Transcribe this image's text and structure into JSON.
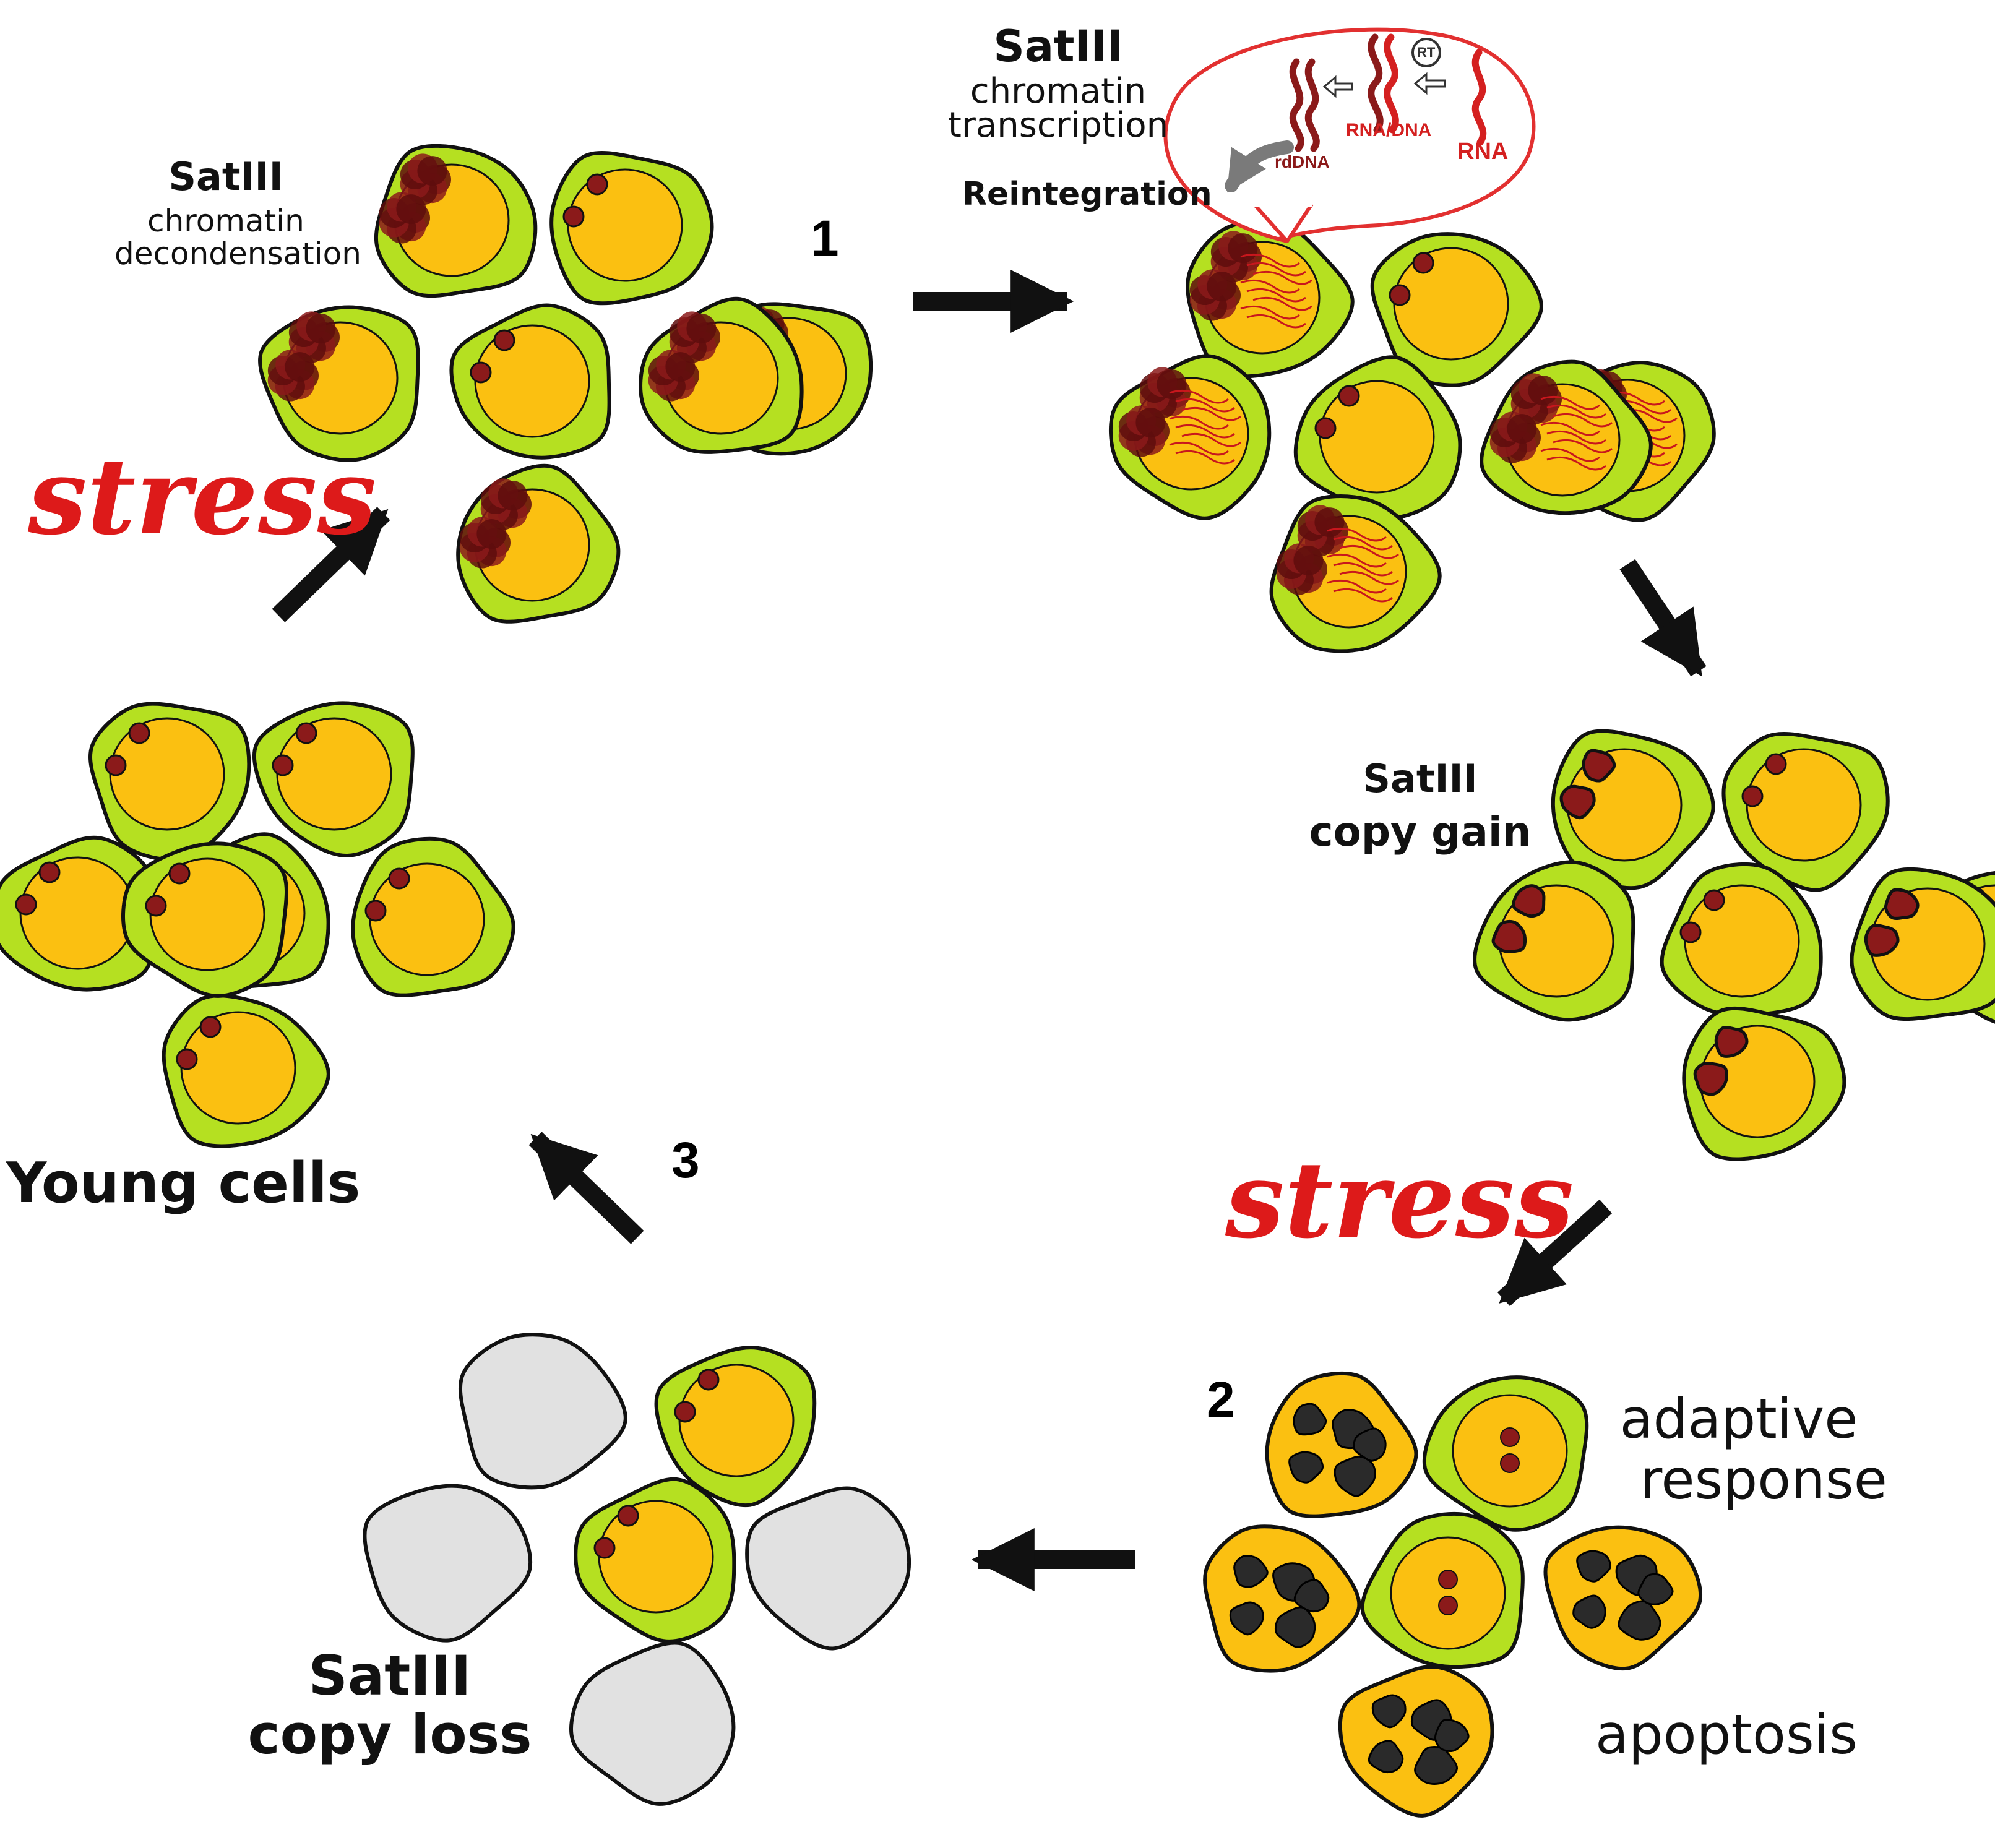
{
  "colors": {
    "cytoplasm": "#b5e021",
    "nucleus": "#fbc011",
    "chromatin": "#8b1a1a",
    "chromatin_dark": "#5e0d0d",
    "rna_strand": "#c8171d",
    "stress_text": "#dd1a1a",
    "dead_cell": "#e1e1e1",
    "apoptotic_fragment": "#2a2a2a",
    "arrow": "#111111",
    "reintegration_arrow": "#7a7a7a"
  },
  "stage1": {
    "title": "SatIII",
    "subtitle_line1": "chromatin",
    "subtitle_line2": "decondensation"
  },
  "stage2": {
    "title": "SatIII",
    "subtitle_line1": "chromatin",
    "subtitle_line2": "transcription",
    "reintegration": "Reintegration",
    "bubble": {
      "rt": "RT",
      "rddna": "rdDNA",
      "rna_dna": "RNA/DNA",
      "rna": "RNA"
    }
  },
  "stage3": {
    "title": "SatIII",
    "subtitle": "copy gain",
    "stress": "stress"
  },
  "stage4": {
    "adaptive_line1": "adaptive",
    "adaptive_line2": "response",
    "apoptosis": "apoptosis"
  },
  "stage5": {
    "title": "SatIII",
    "subtitle": "copy loss"
  },
  "stage6": {
    "label": "Young cells",
    "stress": "stress"
  },
  "steps": {
    "step1": "1",
    "step2": "2",
    "step3": "3"
  }
}
